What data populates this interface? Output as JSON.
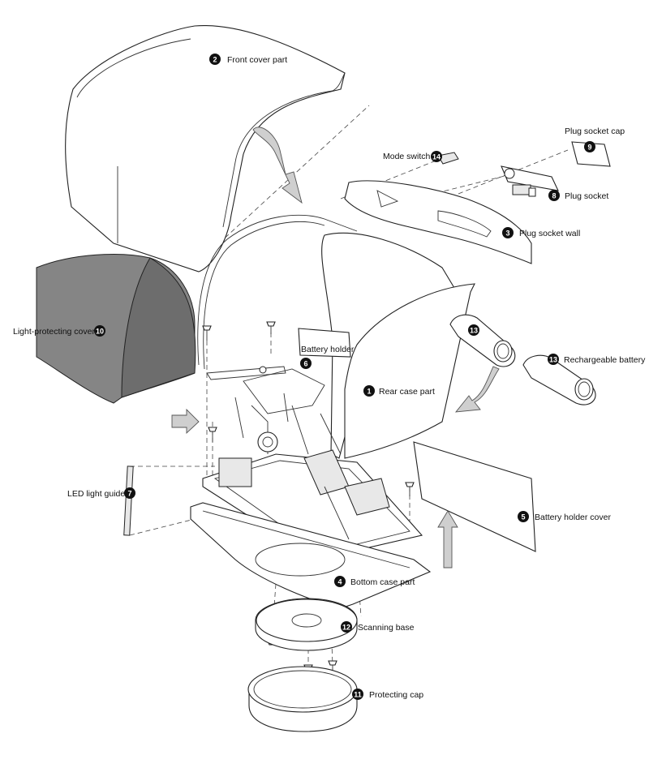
{
  "callouts": [
    {
      "id": "front-cover",
      "num": "2",
      "label": "Front cover part"
    },
    {
      "id": "plug-socket-cap",
      "num": "9",
      "label": "Plug socket cap"
    },
    {
      "id": "mode-switch",
      "num": "14",
      "label": "Mode switch"
    },
    {
      "id": "plug-socket",
      "num": "8",
      "label": "Plug socket"
    },
    {
      "id": "plug-socket-wall",
      "num": "3",
      "label": "Plug socket wall"
    },
    {
      "id": "light-protecting-cover",
      "num": "10",
      "label": "Light-protecting cover"
    },
    {
      "id": "battery-13a",
      "num": "13",
      "label": ""
    },
    {
      "id": "battery-holder",
      "num": "6",
      "label": "Battery holder"
    },
    {
      "id": "rechargeable-battery",
      "num": "13",
      "label": "Rechargeable battery"
    },
    {
      "id": "rear-case",
      "num": "1",
      "label": "Rear case part"
    },
    {
      "id": "led-light-guide",
      "num": "7",
      "label": "LED light guide"
    },
    {
      "id": "battery-holder-cover",
      "num": "5",
      "label": "Battery holder cover"
    },
    {
      "id": "bottom-case",
      "num": "4",
      "label": "Bottom case part"
    },
    {
      "id": "scanning-base",
      "num": "12",
      "label": "Scanning base"
    },
    {
      "id": "protecting-cap",
      "num": "11",
      "label": "Protecting cap"
    }
  ],
  "colors": {
    "line": "#222222",
    "marker_fill": "#111111",
    "arrow_fill": "#cfcfcf",
    "light_cover_fill": "#858585"
  }
}
